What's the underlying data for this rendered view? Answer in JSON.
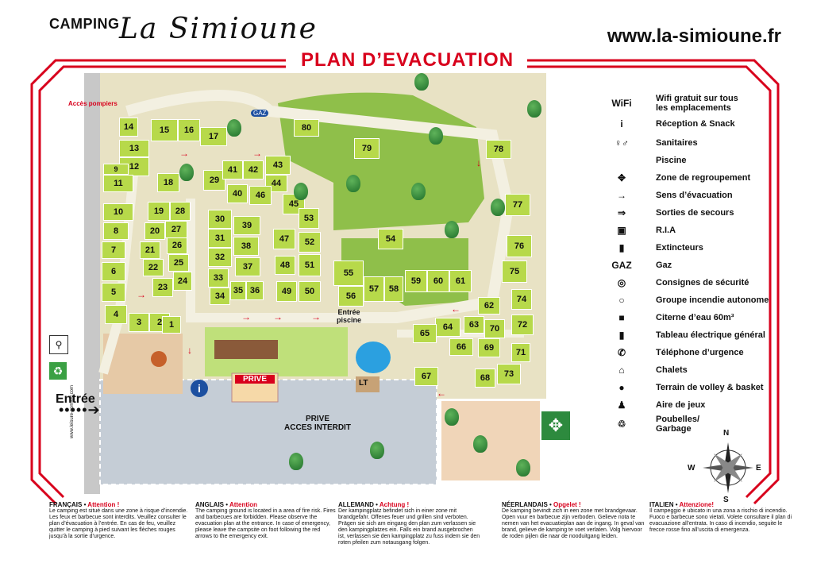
{
  "header": {
    "camping": "CAMPING",
    "name": "La Simioune",
    "url": "www.la-simioune.fr",
    "title": "PLAN D’EVACUATION"
  },
  "map": {
    "acces_pompiers": "Accès pompiers",
    "entree": "Entrée",
    "entree_piscine": "Entrée\npiscine",
    "prive": "PRIVE",
    "prive_acces": "PRIVE\nACCES INTERDIT",
    "lt": "LT",
    "gaz": "GAZ",
    "credit": "www.leisure-comfort.com"
  },
  "legend": [
    {
      "icon": "wifi-icon",
      "glyph": "WiFi",
      "label": "Wifi gratuit sur tous\nles emplacements"
    },
    {
      "icon": "info-icon",
      "glyph": "i",
      "label": "Réception & Snack"
    },
    {
      "icon": "toilets-icon",
      "glyph": "♀♂",
      "label": "Sanitaires"
    },
    {
      "icon": "pool-icon",
      "glyph": "",
      "label": "Piscine"
    },
    {
      "icon": "assembly-point-icon",
      "glyph": "✥",
      "label": "Zone de regroupement"
    },
    {
      "icon": "evacuation-arrow-icon",
      "glyph": "→",
      "label": "Sens d’évacuation"
    },
    {
      "icon": "emergency-exit-icon",
      "glyph": "⇒",
      "label": "Sorties de secours"
    },
    {
      "icon": "fire-hose-icon",
      "glyph": "▣",
      "label": "R.I.A"
    },
    {
      "icon": "extinguisher-icon",
      "glyph": "▮",
      "label": "Extincteurs"
    },
    {
      "icon": "gas-icon",
      "glyph": "GAZ",
      "label": "Gaz"
    },
    {
      "icon": "safety-instructions-icon",
      "glyph": "◎",
      "label": "Consignes de sécurité"
    },
    {
      "icon": "fire-unit-icon",
      "glyph": "○",
      "label": "Groupe incendie autonome"
    },
    {
      "icon": "water-tank-icon",
      "glyph": "■",
      "label": "Citerne d’eau 60m³"
    },
    {
      "icon": "electric-panel-icon",
      "glyph": "▮",
      "label": "Tableau électrique général"
    },
    {
      "icon": "emergency-phone-icon",
      "glyph": "✆",
      "label": "Téléphone d’urgence"
    },
    {
      "icon": "chalet-icon",
      "glyph": "⌂",
      "label": "Chalets"
    },
    {
      "icon": "volley-basket-icon",
      "glyph": "●",
      "label": "Terrain de volley & basket"
    },
    {
      "icon": "playground-icon",
      "glyph": "♟",
      "label": "Aire de jeux"
    },
    {
      "icon": "bin-icon",
      "glyph": "♲",
      "label": "Poubelles/\nGarbage"
    }
  ],
  "compass": {
    "n": "N",
    "s": "S",
    "e": "E",
    "w": "W"
  },
  "languages": [
    {
      "name": "FRANÇAIS",
      "attn": "Attention !",
      "text": "Le camping est situé dans une zone à risque d’incendie. Les feux et barbecue sont interdits. Veuillez consulter le plan d’évacuation à l’entrée. En cas de feu, veuillez quitter le camping à pied suivant les flèches rouges jusqu’à la sortie d’urgence."
    },
    {
      "name": "ANGLAIS",
      "attn": "Attention",
      "text": "The camping ground is located in a area of fire risk. Fires and barbecues are forbidden. Please observe the evacuation plan at the entrance. In case of emergency, please leave the campsite on foot following the red arrows to the emergency exit."
    },
    {
      "name": "ALLEMAND",
      "attn": "Achtung !",
      "text": "Der kampingplatz befindet sich in einer zone mit brandgefahr. Offenes feuer und grillen sind verboten. Prägen sie sich am eingang den plan zum verlassen sie den kampingplatzes ein. Falls ein brand ausgebrochen ist, verlassen sie den kampingplatz zu fuss indem sie den roten pfeilen zum notausgang folgen."
    },
    {
      "name": "NÉERLANDAIS",
      "attn": "Opgelet !",
      "text": "De kamping bevindt zich in een zone met brandgevaar. Open vuur en barbecue zijn verboden. Gelieve nota te nemen van het evacuatieplan aan de ingang. In geval van brand, gelieve de kamping te voet verlaten. Volg hiervoor de roden pijlen die naar de nooduitgang leiden."
    },
    {
      "name": "ITALIEN",
      "attn": "Attenzione!",
      "text": "Il campeggio è ubicato in una zona a rischio di incendio. Fuoco e barbecue sono vietati. Volete consultare il plan di evacuazione all’entrata. In caso di incendio, seguite le frecce rosse fino all’uscita di emergenza."
    }
  ],
  "plots": [
    "1",
    "2",
    "3",
    "4",
    "5",
    "6",
    "7",
    "8",
    "9",
    "10",
    "11",
    "12",
    "13",
    "14",
    "15",
    "16",
    "17",
    "18",
    "19",
    "20",
    "21",
    "22",
    "23",
    "24",
    "25",
    "26",
    "27",
    "28",
    "29",
    "30",
    "31",
    "32",
    "33",
    "34",
    "35",
    "36",
    "37",
    "38",
    "39",
    "40",
    "41",
    "42",
    "43",
    "44",
    "45",
    "46",
    "47",
    "48",
    "49",
    "50",
    "51",
    "52",
    "53",
    "54",
    "55",
    "56",
    "57",
    "58",
    "59",
    "60",
    "61",
    "62",
    "63",
    "64",
    "65",
    "66",
    "67",
    "68",
    "69",
    "70",
    "71",
    "72",
    "73",
    "74",
    "75",
    "76",
    "77",
    "78",
    "79",
    "80"
  ]
}
